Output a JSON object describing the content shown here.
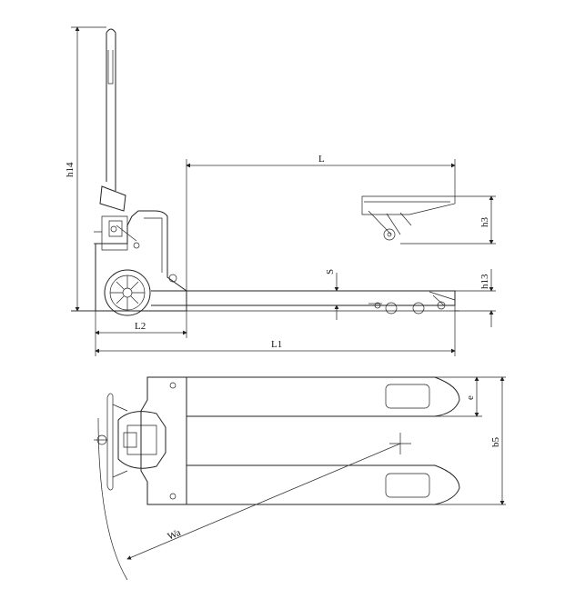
{
  "dimension_labels": {
    "h14": "h14",
    "L": "L",
    "h3": "h3",
    "S": "S",
    "h13": "h13",
    "L2": "L2",
    "L1": "L1",
    "e": "e",
    "b5": "b5",
    "Wa": "Wa"
  }
}
